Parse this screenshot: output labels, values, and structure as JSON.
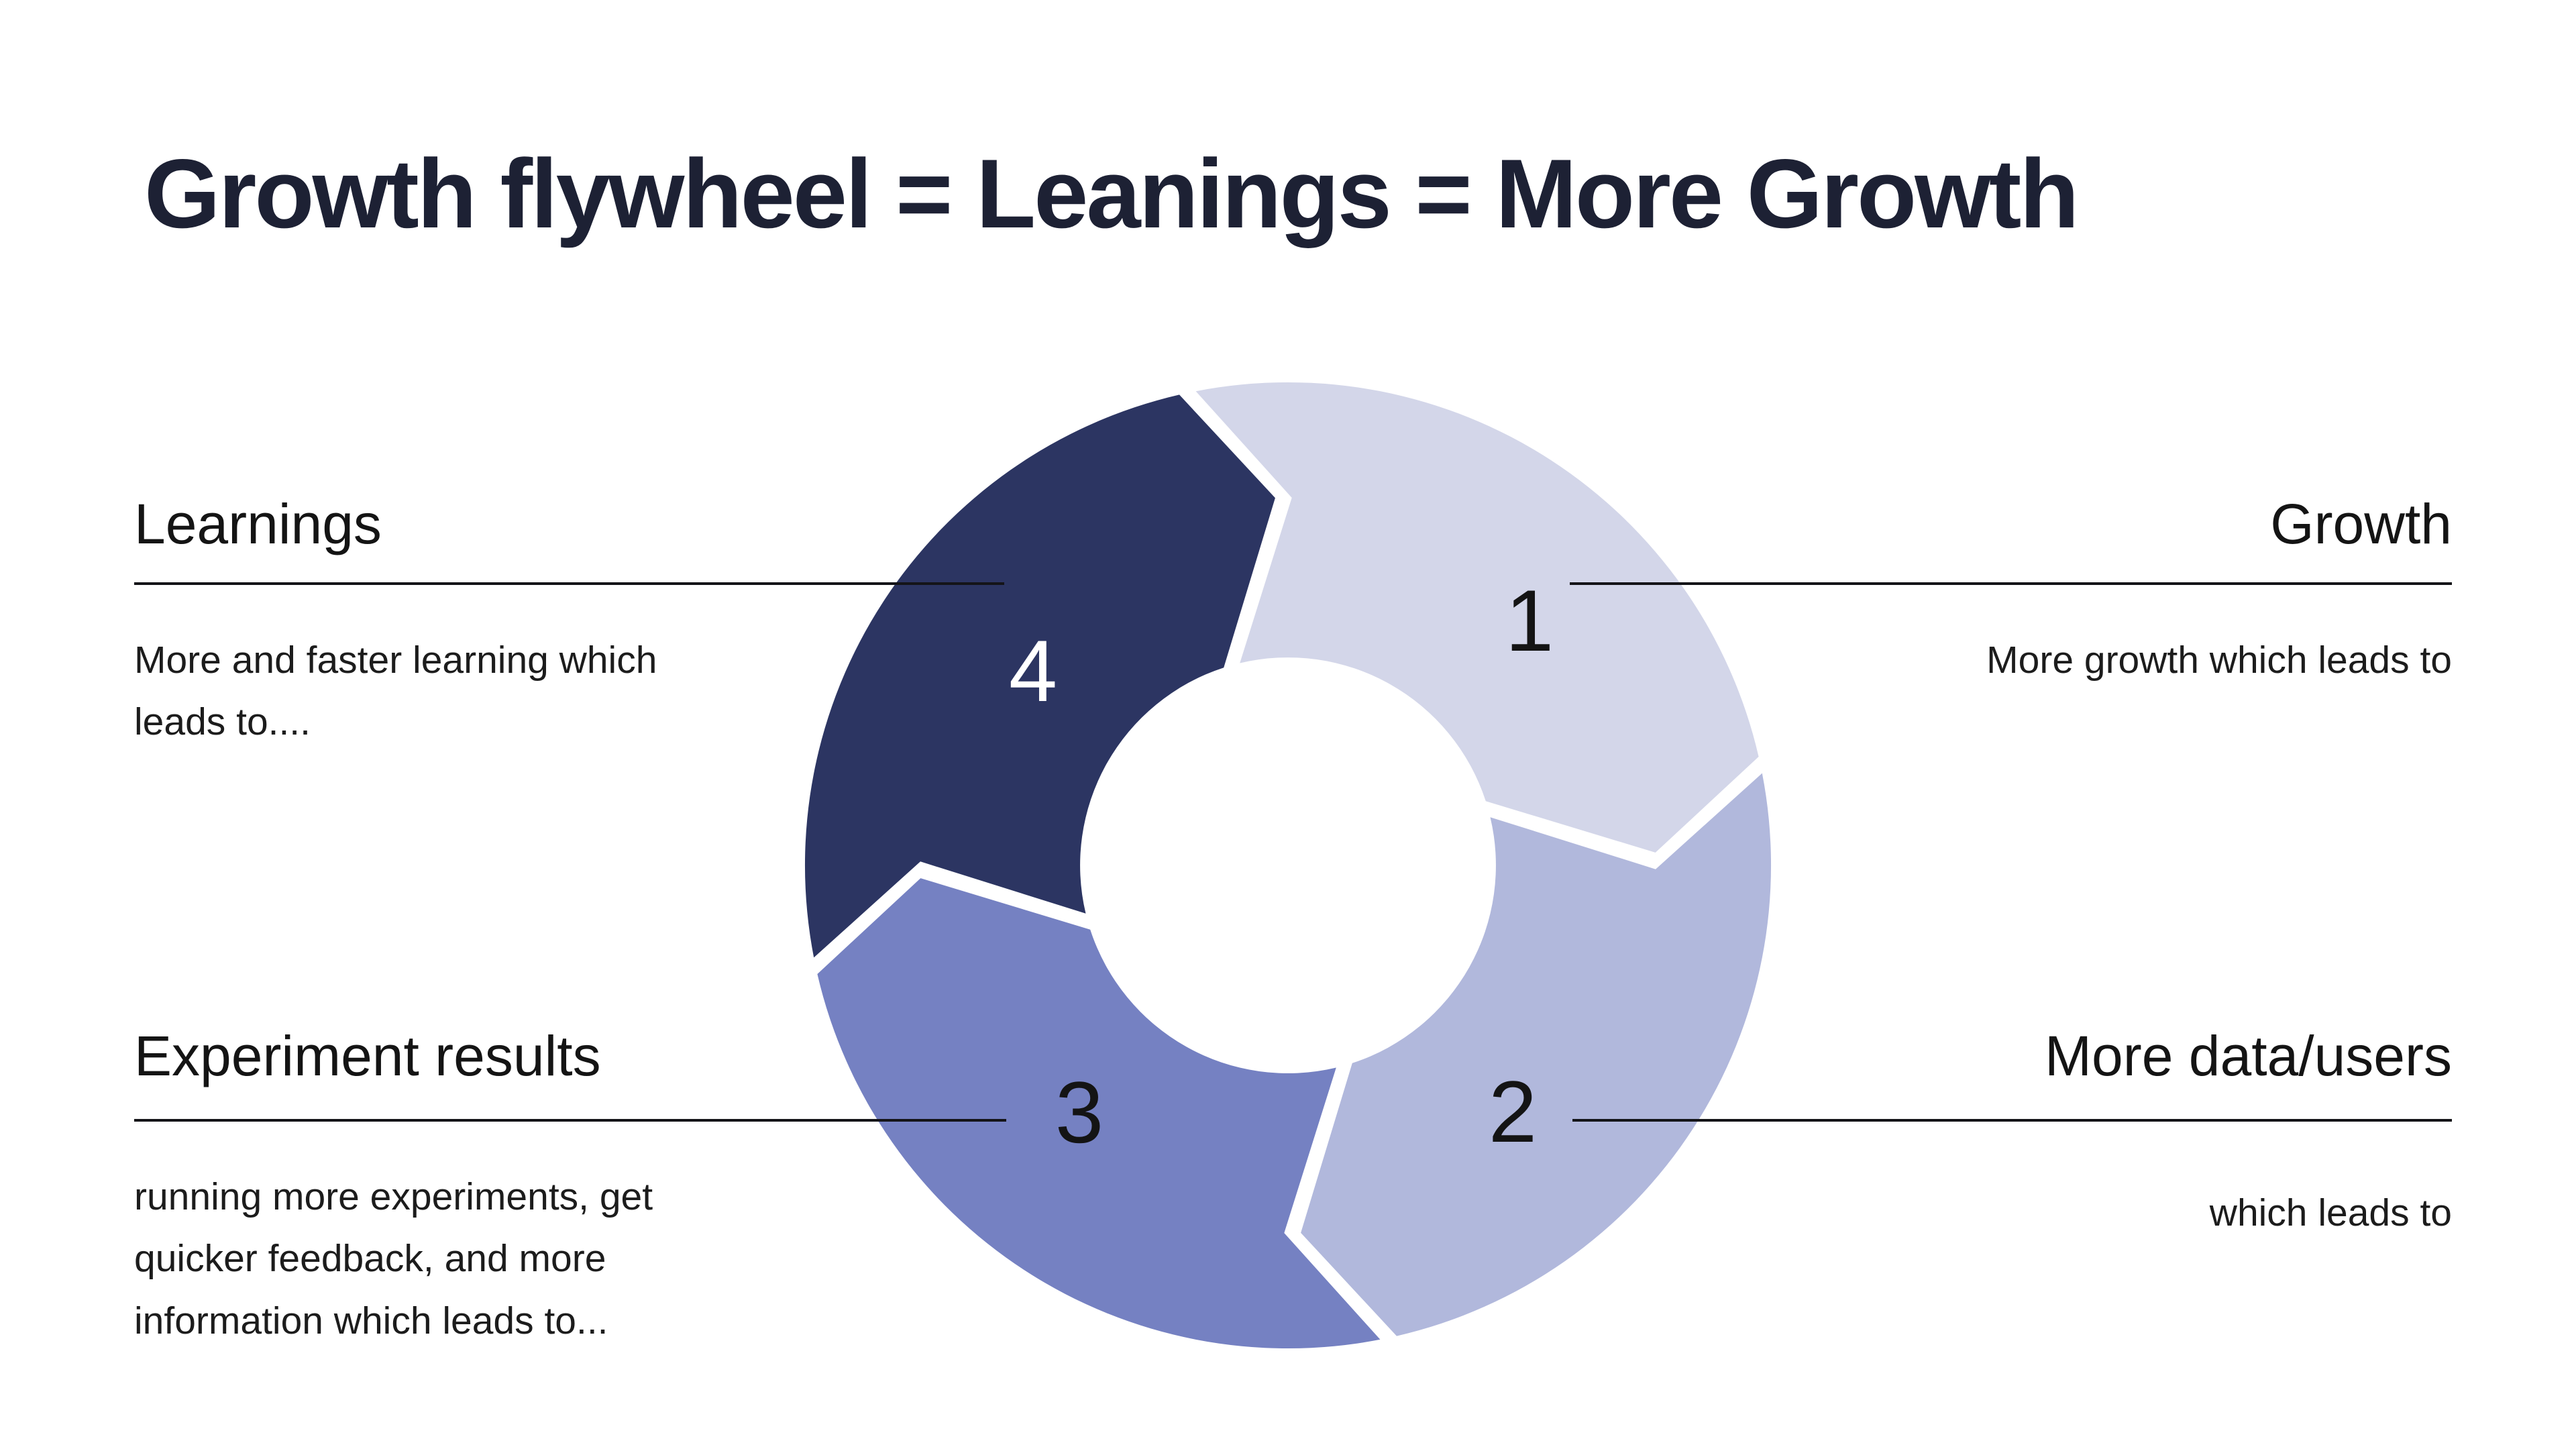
{
  "title": "Growth flywheel = Leanings = More Growth",
  "flywheel": {
    "type": "cycle-diagram",
    "direction": "clockwise",
    "center_color": "#ffffff",
    "segments": [
      {
        "number": "1",
        "position": "top-right",
        "color": "#d3d6e9",
        "number_color": "#141414",
        "linked_label": "Growth"
      },
      {
        "number": "2",
        "position": "bottom-right",
        "color": "#b1b8dc",
        "number_color": "#141414",
        "linked_label": "More data/users"
      },
      {
        "number": "3",
        "position": "bottom-left",
        "color": "#7581c2",
        "number_color": "#141414",
        "linked_label": "Experiment results"
      },
      {
        "number": "4",
        "position": "top-left",
        "color": "#2c3562",
        "number_color": "#ffffff",
        "linked_label": "Learnings"
      }
    ]
  },
  "labels": {
    "learnings": {
      "heading": "Learnings",
      "body": "More and faster learning which\nleads to...."
    },
    "growth": {
      "heading": "Growth",
      "body": "More growth which leads to"
    },
    "experiment_results": {
      "heading": "Experiment results",
      "body": "running more experiments, get\nquicker feedback, and more\ninformation which leads to..."
    },
    "more_data_users": {
      "heading": "More data/users",
      "body": "which leads to"
    }
  },
  "colors": {
    "background": "#ffffff",
    "title": "#1d2134",
    "heading_text": "#141414",
    "body_text": "#1c1c1c",
    "connector_line": "#141418"
  }
}
